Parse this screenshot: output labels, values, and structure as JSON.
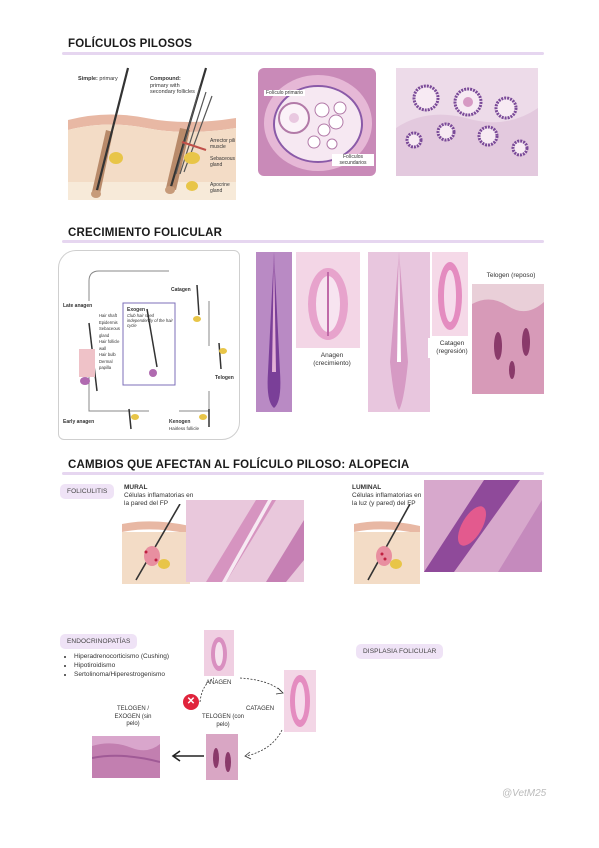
{
  "sections": {
    "foliculos": {
      "title": "FOLÍCULOS PILOSOS"
    },
    "crecimiento": {
      "title": "CRECIMIENTO FOLICULAR"
    },
    "cambios": {
      "title": "CAMBIOS QUE AFECTAN AL FOLÍCULO PILOSO: ALOPECIA"
    }
  },
  "diagram_follicles": {
    "simple_label": "Simple:",
    "simple_sub": "primary",
    "compound_label": "Compound:",
    "compound_sub": "primary with secondary follicles",
    "arrector": "Arrector pili muscle",
    "sebaceous": "Sebaceous gland",
    "apocrine": "Apocrine gland"
  },
  "micro_follicle": {
    "primary": "Folículo primario",
    "secondary": "Folículos secundarios"
  },
  "cycle_diagram": {
    "late_anagen": "Late anagen",
    "catagen": "Catagen",
    "telogen": "Telogen",
    "early_anagen": "Early anagen",
    "kenogen": "Kenogen",
    "kenogen_sub": "Hairless follicle",
    "exogen": "Exogen",
    "exogen_sub": "Club hair shed independently of the hair cycle",
    "parts": [
      "Hair shaft",
      "Epidermis",
      "Sebaceous gland",
      "Hair follicle wall",
      "Hair bulb",
      "Dermal papilla"
    ]
  },
  "growth_captions": {
    "anagen": "Anagen (crecimiento)",
    "catagen": "Catagen (regresión)",
    "telogen": "Telogen (reposo)"
  },
  "foliculitis": {
    "tag": "FOLICULITIS",
    "mural_title": "MURAL",
    "mural_desc": "Células inflamatorias en la pared del FP",
    "luminal_title": "LUMINAL",
    "luminal_desc": "Células inflamatorias en la luz (y pared) del FP"
  },
  "endocrinopatias": {
    "tag": "ENDOCRINOPATÍAS",
    "items": [
      "Hiperadrenocorticismo (Cushing)",
      "Hipotiroidismo",
      "Sertolinoma/Hiperestrogenismo"
    ],
    "anagen": "ANAGEN",
    "catagen": "CATAGEN",
    "telogen_con": "TELOGEN (con pelo)",
    "telogen_exogen": "TELOGEN / EXOGEN (sin pelo)"
  },
  "displasia": {
    "tag": "DISPLASIA FOLICULAR"
  },
  "watermark": "@VetM25",
  "colors": {
    "accent_rule": "#e6d6f0",
    "tag_bg": "#efe3f6",
    "stain_pink": "#d98fc0",
    "stain_purple": "#8a5aa8",
    "blocked": "#e0243c"
  }
}
